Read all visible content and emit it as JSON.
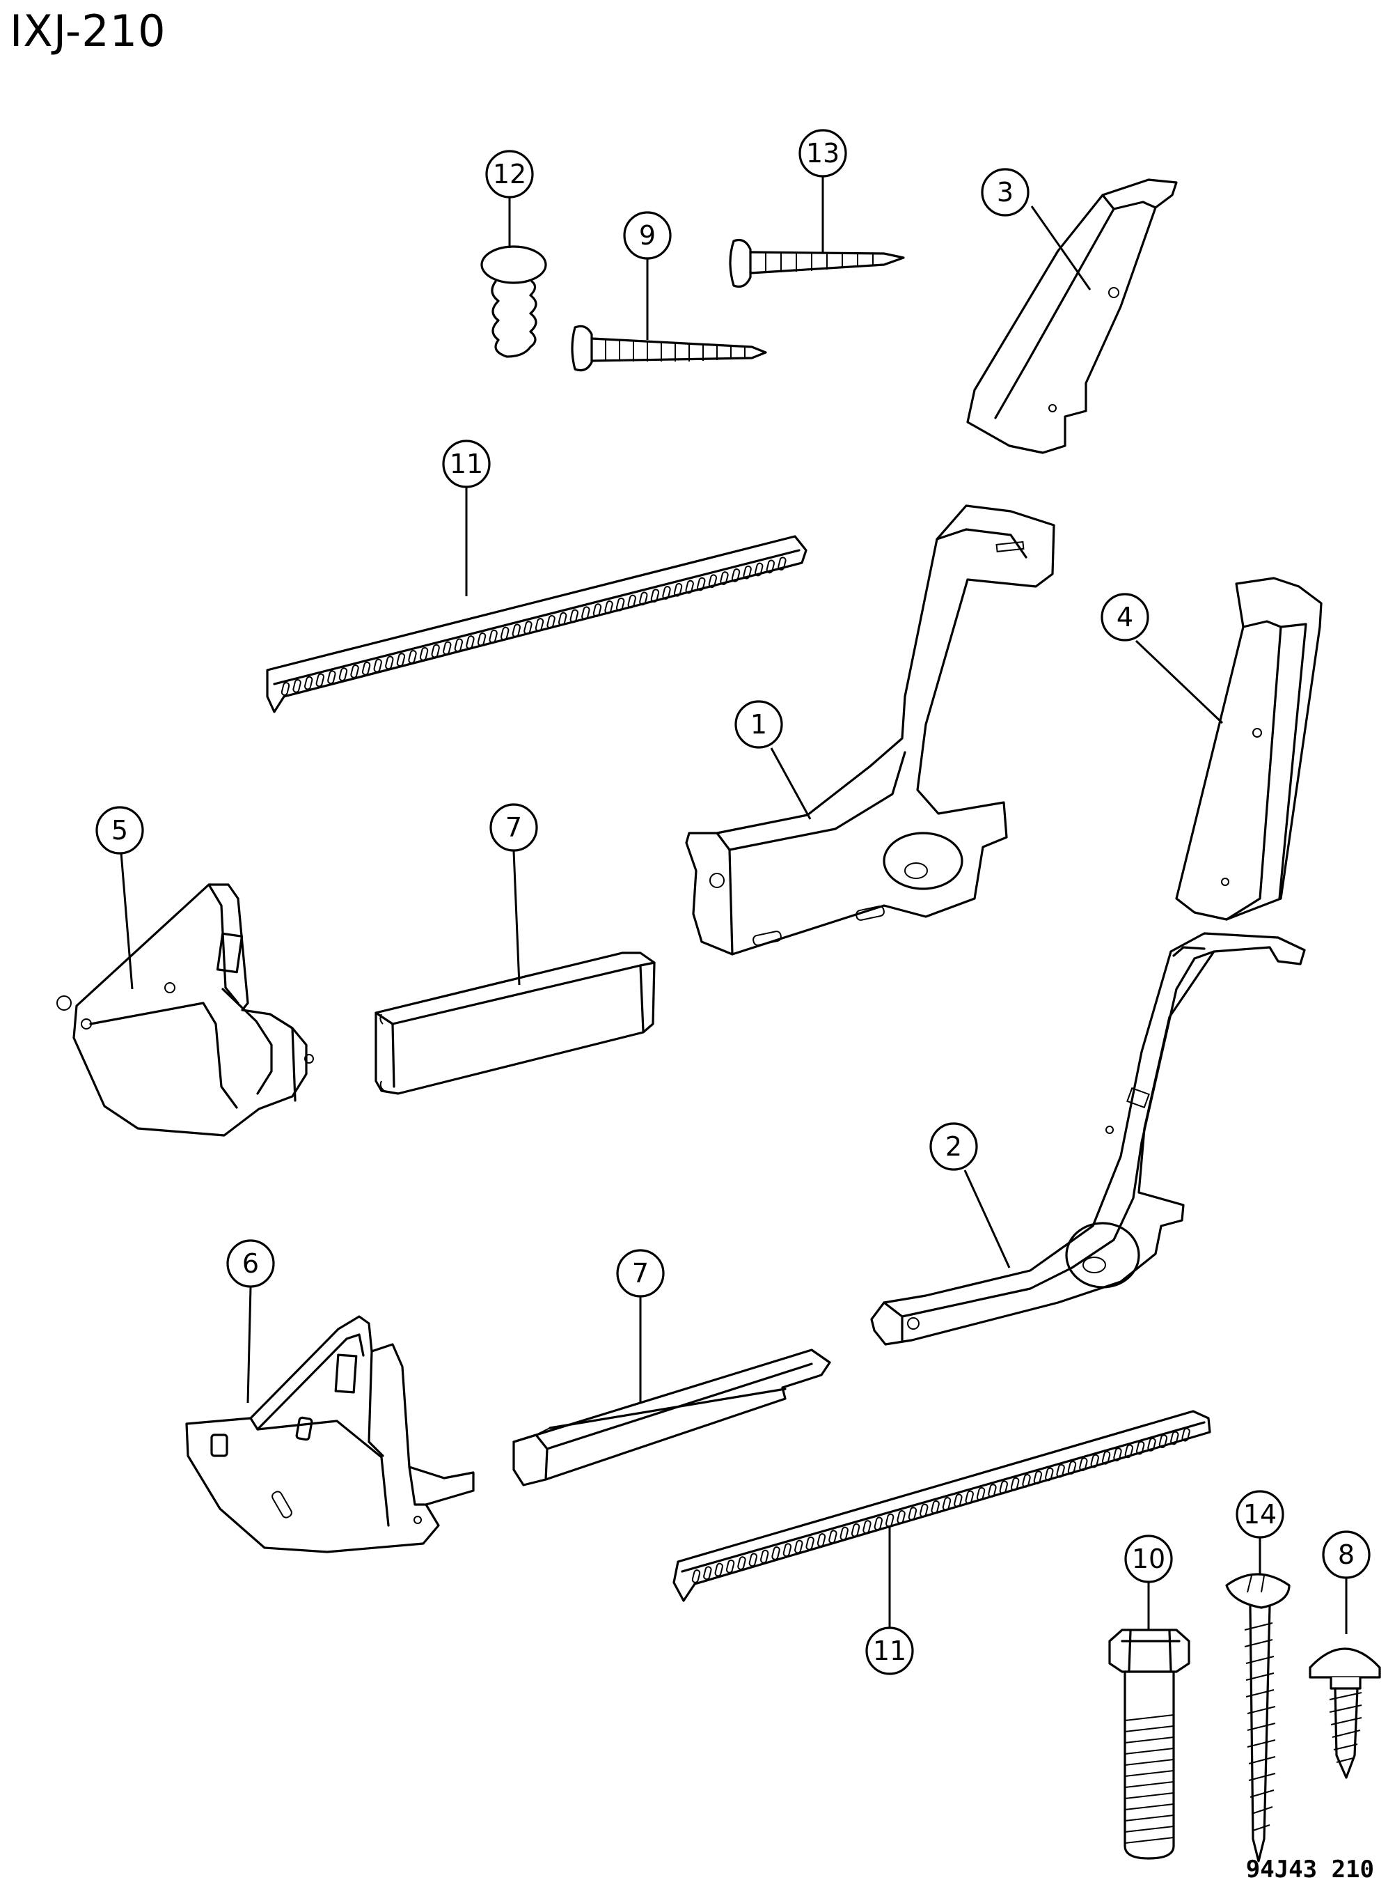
{
  "header": {
    "diagram_code": "IXJ-210"
  },
  "footer": {
    "drawing_number": "94J43 210"
  },
  "callouts": [
    {
      "id": "c12",
      "label": "12"
    },
    {
      "id": "c13",
      "label": "13"
    },
    {
      "id": "c9",
      "label": "9"
    },
    {
      "id": "c3",
      "label": "3"
    },
    {
      "id": "c11a",
      "label": "11"
    },
    {
      "id": "c4",
      "label": "4"
    },
    {
      "id": "c1",
      "label": "1"
    },
    {
      "id": "c5",
      "label": "5"
    },
    {
      "id": "c7a",
      "label": "7"
    },
    {
      "id": "c2",
      "label": "2"
    },
    {
      "id": "c6",
      "label": "6"
    },
    {
      "id": "c7b",
      "label": "7"
    },
    {
      "id": "c14",
      "label": "14"
    },
    {
      "id": "c10",
      "label": "10"
    },
    {
      "id": "c8",
      "label": "8"
    },
    {
      "id": "c11b",
      "label": "11"
    }
  ]
}
